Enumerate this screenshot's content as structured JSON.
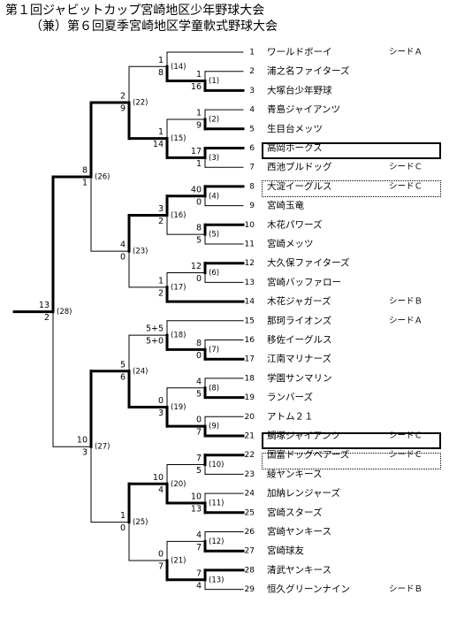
{
  "title_line1": "第１回ジャビットカップ宮崎地区少年野球大会",
  "title_line2": "（兼）第６回夏季宮崎地区学童軟式野球大会",
  "teams": [
    {
      "num": "1",
      "name": "ワールドボーイ",
      "seed": "シードＡ"
    },
    {
      "num": "2",
      "name": "浦之名ファイターズ",
      "seed": ""
    },
    {
      "num": "3",
      "name": "大塚台少年野球",
      "seed": ""
    },
    {
      "num": "4",
      "name": "青島ジャイアンツ",
      "seed": ""
    },
    {
      "num": "5",
      "name": "生目台メッツ",
      "seed": ""
    },
    {
      "num": "6",
      "name": "高岡ホークス",
      "seed": ""
    },
    {
      "num": "7",
      "name": "西池ブルドッグ",
      "seed": "シードＣ"
    },
    {
      "num": "8",
      "name": "大淀イーグルス",
      "seed": "シードＣ"
    },
    {
      "num": "9",
      "name": "宮崎玉竜",
      "seed": ""
    },
    {
      "num": "10",
      "name": "木花パワーズ",
      "seed": ""
    },
    {
      "num": "11",
      "name": "宮崎メッツ",
      "seed": ""
    },
    {
      "num": "12",
      "name": "大久保ファイターズ",
      "seed": ""
    },
    {
      "num": "13",
      "name": "宮崎バッファロー",
      "seed": ""
    },
    {
      "num": "14",
      "name": "木花ジャガーズ",
      "seed": "シードＢ"
    },
    {
      "num": "15",
      "name": "那珂ライオンズ",
      "seed": "シードＡ"
    },
    {
      "num": "16",
      "name": "移佐イーグルス",
      "seed": ""
    },
    {
      "num": "17",
      "name": "江南マリナーズ",
      "seed": ""
    },
    {
      "num": "18",
      "name": "学園サンマリン",
      "seed": ""
    },
    {
      "num": "19",
      "name": "ランバーズ",
      "seed": ""
    },
    {
      "num": "20",
      "name": "アトム２１",
      "seed": ""
    },
    {
      "num": "21",
      "name": "鯛塚ジャイアンツ",
      "seed": "シードＣ"
    },
    {
      "num": "22",
      "name": "国富ドッグベアーズ",
      "seed": "シードＣ"
    },
    {
      "num": "23",
      "name": "綾ヤンキース",
      "seed": ""
    },
    {
      "num": "24",
      "name": "加納レンジャーズ",
      "seed": ""
    },
    {
      "num": "25",
      "name": "宮崎スターズ",
      "seed": ""
    },
    {
      "num": "26",
      "name": "宮崎ヤンキース",
      "seed": ""
    },
    {
      "num": "27",
      "name": "宮崎球友",
      "seed": ""
    },
    {
      "num": "28",
      "name": "清武ヤンキース",
      "seed": ""
    },
    {
      "num": "29",
      "name": "恒久グリーンナイン",
      "seed": "シードＢ"
    }
  ],
  "games": [
    {
      "num": "(1)",
      "top": "1",
      "bottom": "16"
    },
    {
      "num": "(2)",
      "top": "1",
      "bottom": "9"
    },
    {
      "num": "(3)",
      "top": "17",
      "bottom": "1"
    },
    {
      "num": "(4)",
      "top": "40",
      "bottom": "0"
    },
    {
      "num": "(5)",
      "top": "8",
      "bottom": "5"
    },
    {
      "num": "(6)",
      "top": "12",
      "bottom": "0"
    },
    {
      "num": "(7)",
      "top": "8",
      "bottom": "0"
    },
    {
      "num": "(8)",
      "top": "4",
      "bottom": "5"
    },
    {
      "num": "(9)",
      "top": "0",
      "bottom": "7"
    },
    {
      "num": "(10)",
      "top": "7",
      "bottom": "5"
    },
    {
      "num": "(11)",
      "top": "10",
      "bottom": "13"
    },
    {
      "num": "(12)",
      "top": "4",
      "bottom": "7"
    },
    {
      "num": "(13)",
      "top": "7",
      "bottom": "4"
    },
    {
      "num": "(14)",
      "top": "1",
      "bottom": "8"
    },
    {
      "num": "(15)",
      "top": "1",
      "bottom": "14"
    },
    {
      "num": "(16)",
      "top": "3",
      "bottom": "2"
    },
    {
      "num": "(17)",
      "top": "1",
      "bottom": "2"
    },
    {
      "num": "(18)",
      "top": "5+5",
      "bottom": "5+0"
    },
    {
      "num": "(19)",
      "top": "0",
      "bottom": "3"
    },
    {
      "num": "(20)",
      "top": "10",
      "bottom": "4"
    },
    {
      "num": "(21)",
      "top": "0",
      "bottom": "7"
    },
    {
      "num": "(22)",
      "top": "2",
      "bottom": "9"
    },
    {
      "num": "(23)",
      "top": "4",
      "bottom": "0"
    },
    {
      "num": "(24)",
      "top": "5",
      "bottom": "6"
    },
    {
      "num": "(25)",
      "top": "1",
      "bottom": "0"
    },
    {
      "num": "(26)",
      "top": "8",
      "bottom": "1"
    },
    {
      "num": "(27)",
      "top": "10",
      "bottom": "3"
    },
    {
      "num": "(28)",
      "top": "13",
      "bottom": "2"
    }
  ]
}
